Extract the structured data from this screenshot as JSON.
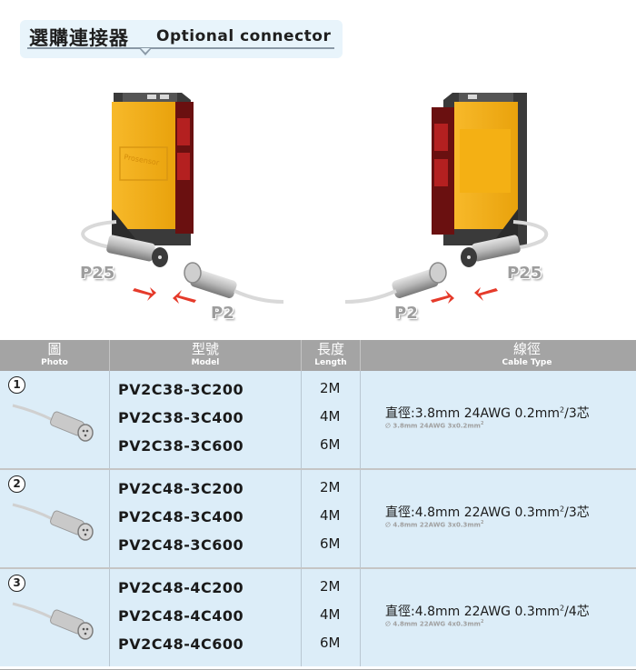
{
  "header": {
    "title_zh": "選購連接器",
    "title_en": "Optional connector"
  },
  "illustration": {
    "label_p25": "P25",
    "label_p2": "P2",
    "sensor_brand": "Prosensor",
    "colors": {
      "housing": "#f5b21a",
      "arrow": "#e53a2a",
      "cable": "#d9d9d9"
    }
  },
  "table": {
    "columns": [
      {
        "zh": "圖",
        "en": "Photo"
      },
      {
        "zh": "型號",
        "en": "Model"
      },
      {
        "zh": "長度",
        "en": "Length"
      },
      {
        "zh": "線徑",
        "en": "Cable Type"
      }
    ],
    "rows": [
      {
        "num": "1",
        "models": [
          "PV2C38-3C200",
          "PV2C38-3C400",
          "PV2C38-3C600"
        ],
        "lengths": [
          "2M",
          "4M",
          "6M"
        ],
        "cable_main_a": "直徑:3.8mm  24AWG  0.2mm",
        "cable_main_sup": "2",
        "cable_main_b": "/3芯",
        "cable_sub_a": "∅ 3.8mm 24AWG 3x0.2mm",
        "cable_sub_sup": "2"
      },
      {
        "num": "2",
        "models": [
          "PV2C48-3C200",
          "PV2C48-3C400",
          "PV2C48-3C600"
        ],
        "lengths": [
          "2M",
          "4M",
          "6M"
        ],
        "cable_main_a": "直徑:4.8mm  22AWG  0.3mm",
        "cable_main_sup": "2",
        "cable_main_b": "/3芯",
        "cable_sub_a": "∅ 4.8mm 22AWG 3x0.3mm",
        "cable_sub_sup": "2"
      },
      {
        "num": "3",
        "models": [
          "PV2C48-4C200",
          "PV2C48-4C400",
          "PV2C48-4C600"
        ],
        "lengths": [
          "2M",
          "4M",
          "6M"
        ],
        "cable_main_a": "直徑:4.8mm  22AWG  0.3mm",
        "cable_main_sup": "2",
        "cable_main_b": "/4芯",
        "cable_sub_a": "∅ 4.8mm 22AWG 4x0.3mm",
        "cable_sub_sup": "2"
      }
    ],
    "colors": {
      "header_bg": "#a4a4a4",
      "row_bg": "#dcedf8"
    }
  }
}
